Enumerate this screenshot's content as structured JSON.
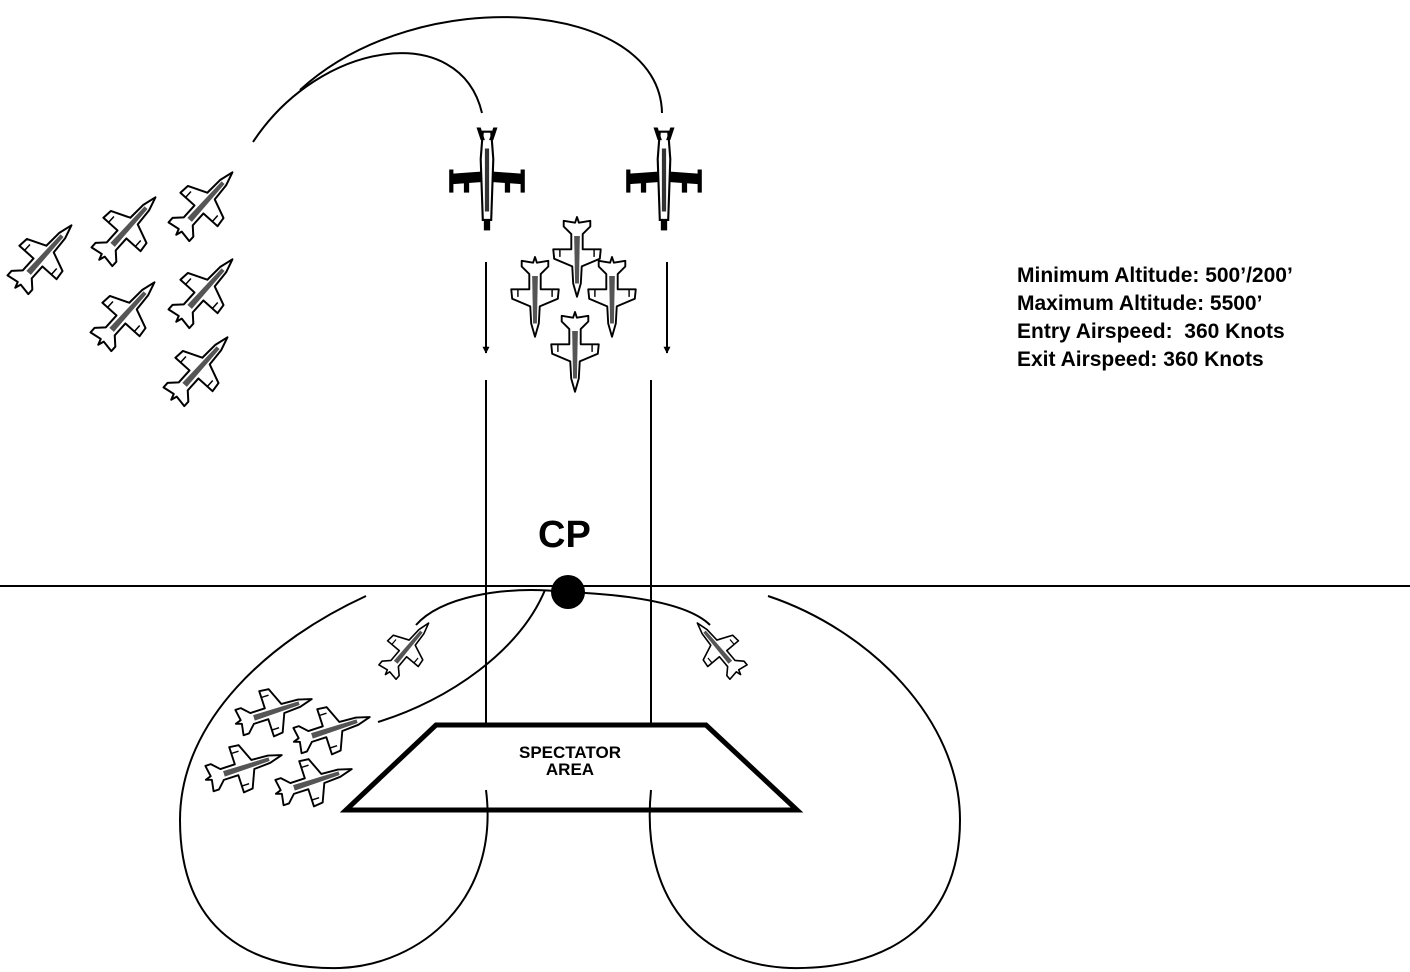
{
  "diagram": {
    "center_point_label": "CP",
    "spectator_area": {
      "line1": "SPECTATOR",
      "line2": "AREA"
    },
    "stats": [
      "Minimum Altitude: 500’/200’",
      "Maximum Altitude: 5500’",
      "Entry Airspeed:  360 Knots",
      "Exit Airspeed: 360 Knots"
    ]
  }
}
